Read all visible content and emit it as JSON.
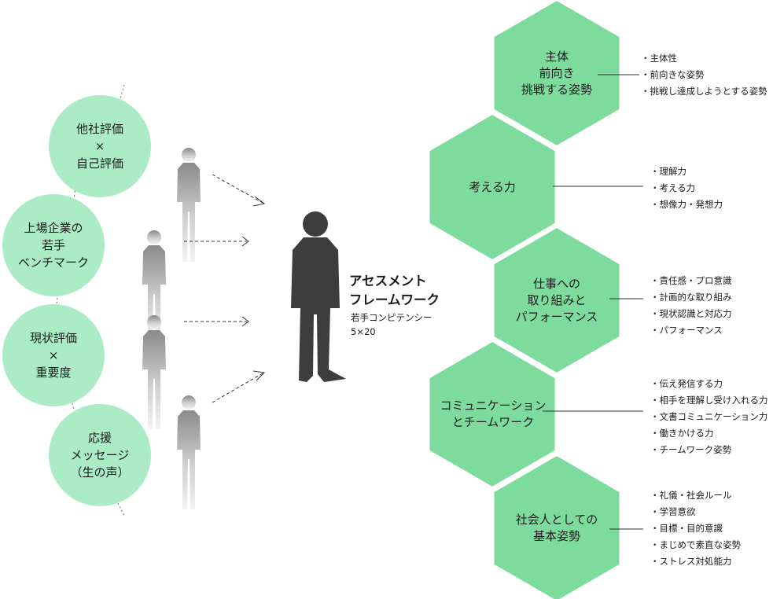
{
  "colors": {
    "circle_fill": "#abebc6",
    "hexagon_fill": "#7edb9e",
    "connector": "#333333",
    "figure_main": "#3d3d3d"
  },
  "left_circles": [
    {
      "lines": [
        "他社評価",
        "×",
        "自己評価"
      ]
    },
    {
      "lines": [
        "上場企業の",
        "若手",
        "ベンチマーク"
      ]
    },
    {
      "lines": [
        "現状評価",
        "×",
        "重要度"
      ]
    },
    {
      "lines": [
        "応援",
        "メッセージ",
        "（生の声）"
      ]
    }
  ],
  "center": {
    "title_lines": [
      "アセスメント",
      "フレームワーク"
    ],
    "subtitle_lines": [
      "若手コンピテンシー",
      "5×20"
    ]
  },
  "hexagons": [
    {
      "lines": [
        "主体",
        "前向き",
        "挑戦する姿勢"
      ],
      "items": [
        "・主体性",
        "・前向きな姿勢",
        "・挑戦し達成しようとする姿勢"
      ]
    },
    {
      "lines": [
        "考える力"
      ],
      "items": [
        "・理解力",
        "・考える力",
        "・想像力・発想力"
      ]
    },
    {
      "lines": [
        "仕事への",
        "取り組みと",
        "パフォーマンス"
      ],
      "items": [
        "・責任感・プロ意識",
        "・計画的な取り組み",
        "・現状認識と対応力",
        "・パフォーマンス"
      ]
    },
    {
      "lines": [
        "コミュニケーション",
        "とチームワーク"
      ],
      "items": [
        "・伝え発信する力",
        "・相手を理解し受け入れる力",
        "・文書コミュニケーション力",
        "・働きかける力",
        "・チームワーク姿勢"
      ]
    },
    {
      "lines": [
        "社会人としての",
        "基本姿勢"
      ],
      "items": [
        "・礼儀・社会ルール",
        "・学習意欲",
        "・目標・目的意識",
        "・まじめで素直な姿勢",
        "・ストレス対処能力"
      ]
    }
  ]
}
